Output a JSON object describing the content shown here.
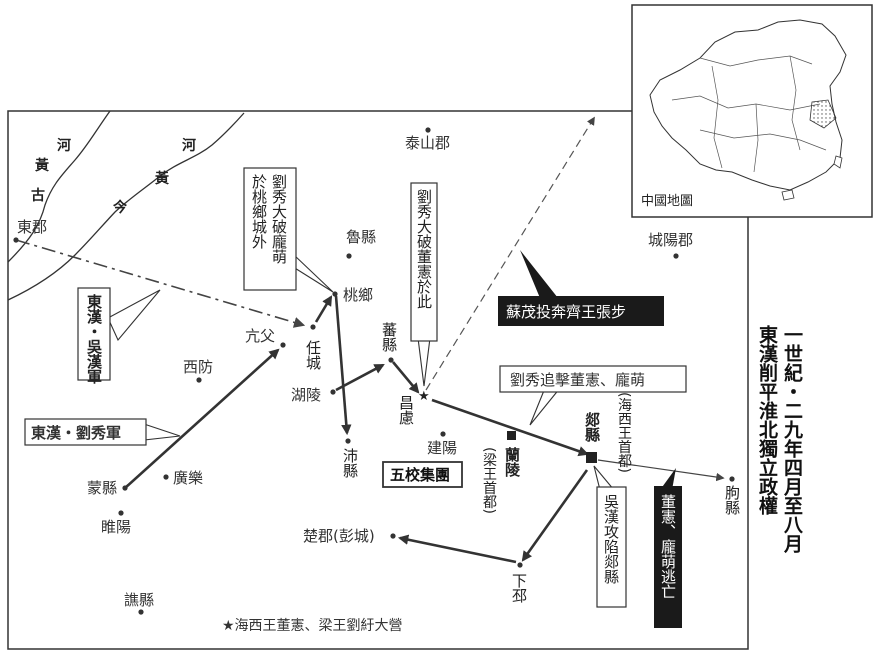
{
  "title": [
    "一世紀・二九年四月至八月",
    "東漢削平淮北獨立政權"
  ],
  "inset": {
    "label": "中國地圖"
  },
  "rivers": {
    "ancient": [
      "黃",
      "河",
      "古"
    ],
    "current": [
      "黃",
      "河",
      "今"
    ]
  },
  "places": {
    "dongjun": "東郡",
    "taishan": "泰山郡",
    "luxian": "魯縣",
    "taoxiang": "桃鄉",
    "chengyang": "城陽郡",
    "kangfu": "亢父",
    "rencheng": "任城",
    "fanxian": "蕃縣",
    "xifang": "西防",
    "huling": "湖陵",
    "changlu": "昌慮",
    "peixian": "沛縣",
    "jianyang": "建陽",
    "lanling": "蘭陵",
    "tanxian": "郯縣",
    "quxian": "朐縣",
    "guangle": "廣樂",
    "mengxian": "蒙縣",
    "suiyang": "睢陽",
    "chujun": "楚郡(彭城)",
    "xiapi": "下邳",
    "qiaoxian": "譙縣",
    "haixi_capital": "(海西王首都)",
    "liang_capital": "(梁王首都)"
  },
  "annotations": {
    "taoxiang_battle": [
      "劉秀大破龐萌",
      "於桃鄉城外"
    ],
    "changlu_battle": "劉秀大破董憲於此",
    "sumao": "蘇茂投奔齊王張步",
    "pursuit": "劉秀追擊董憲、龐萌",
    "wuhan_army": "東漢・吳漢軍",
    "liuxiu_army": "東漢・劉秀軍",
    "wuxiao": "五校集團",
    "wuhan_captures": "吳漢攻陷郯縣",
    "escape": "董憲、龐萌逃亡"
  },
  "legend": "★海西王董憲、梁王劉紆大營"
}
